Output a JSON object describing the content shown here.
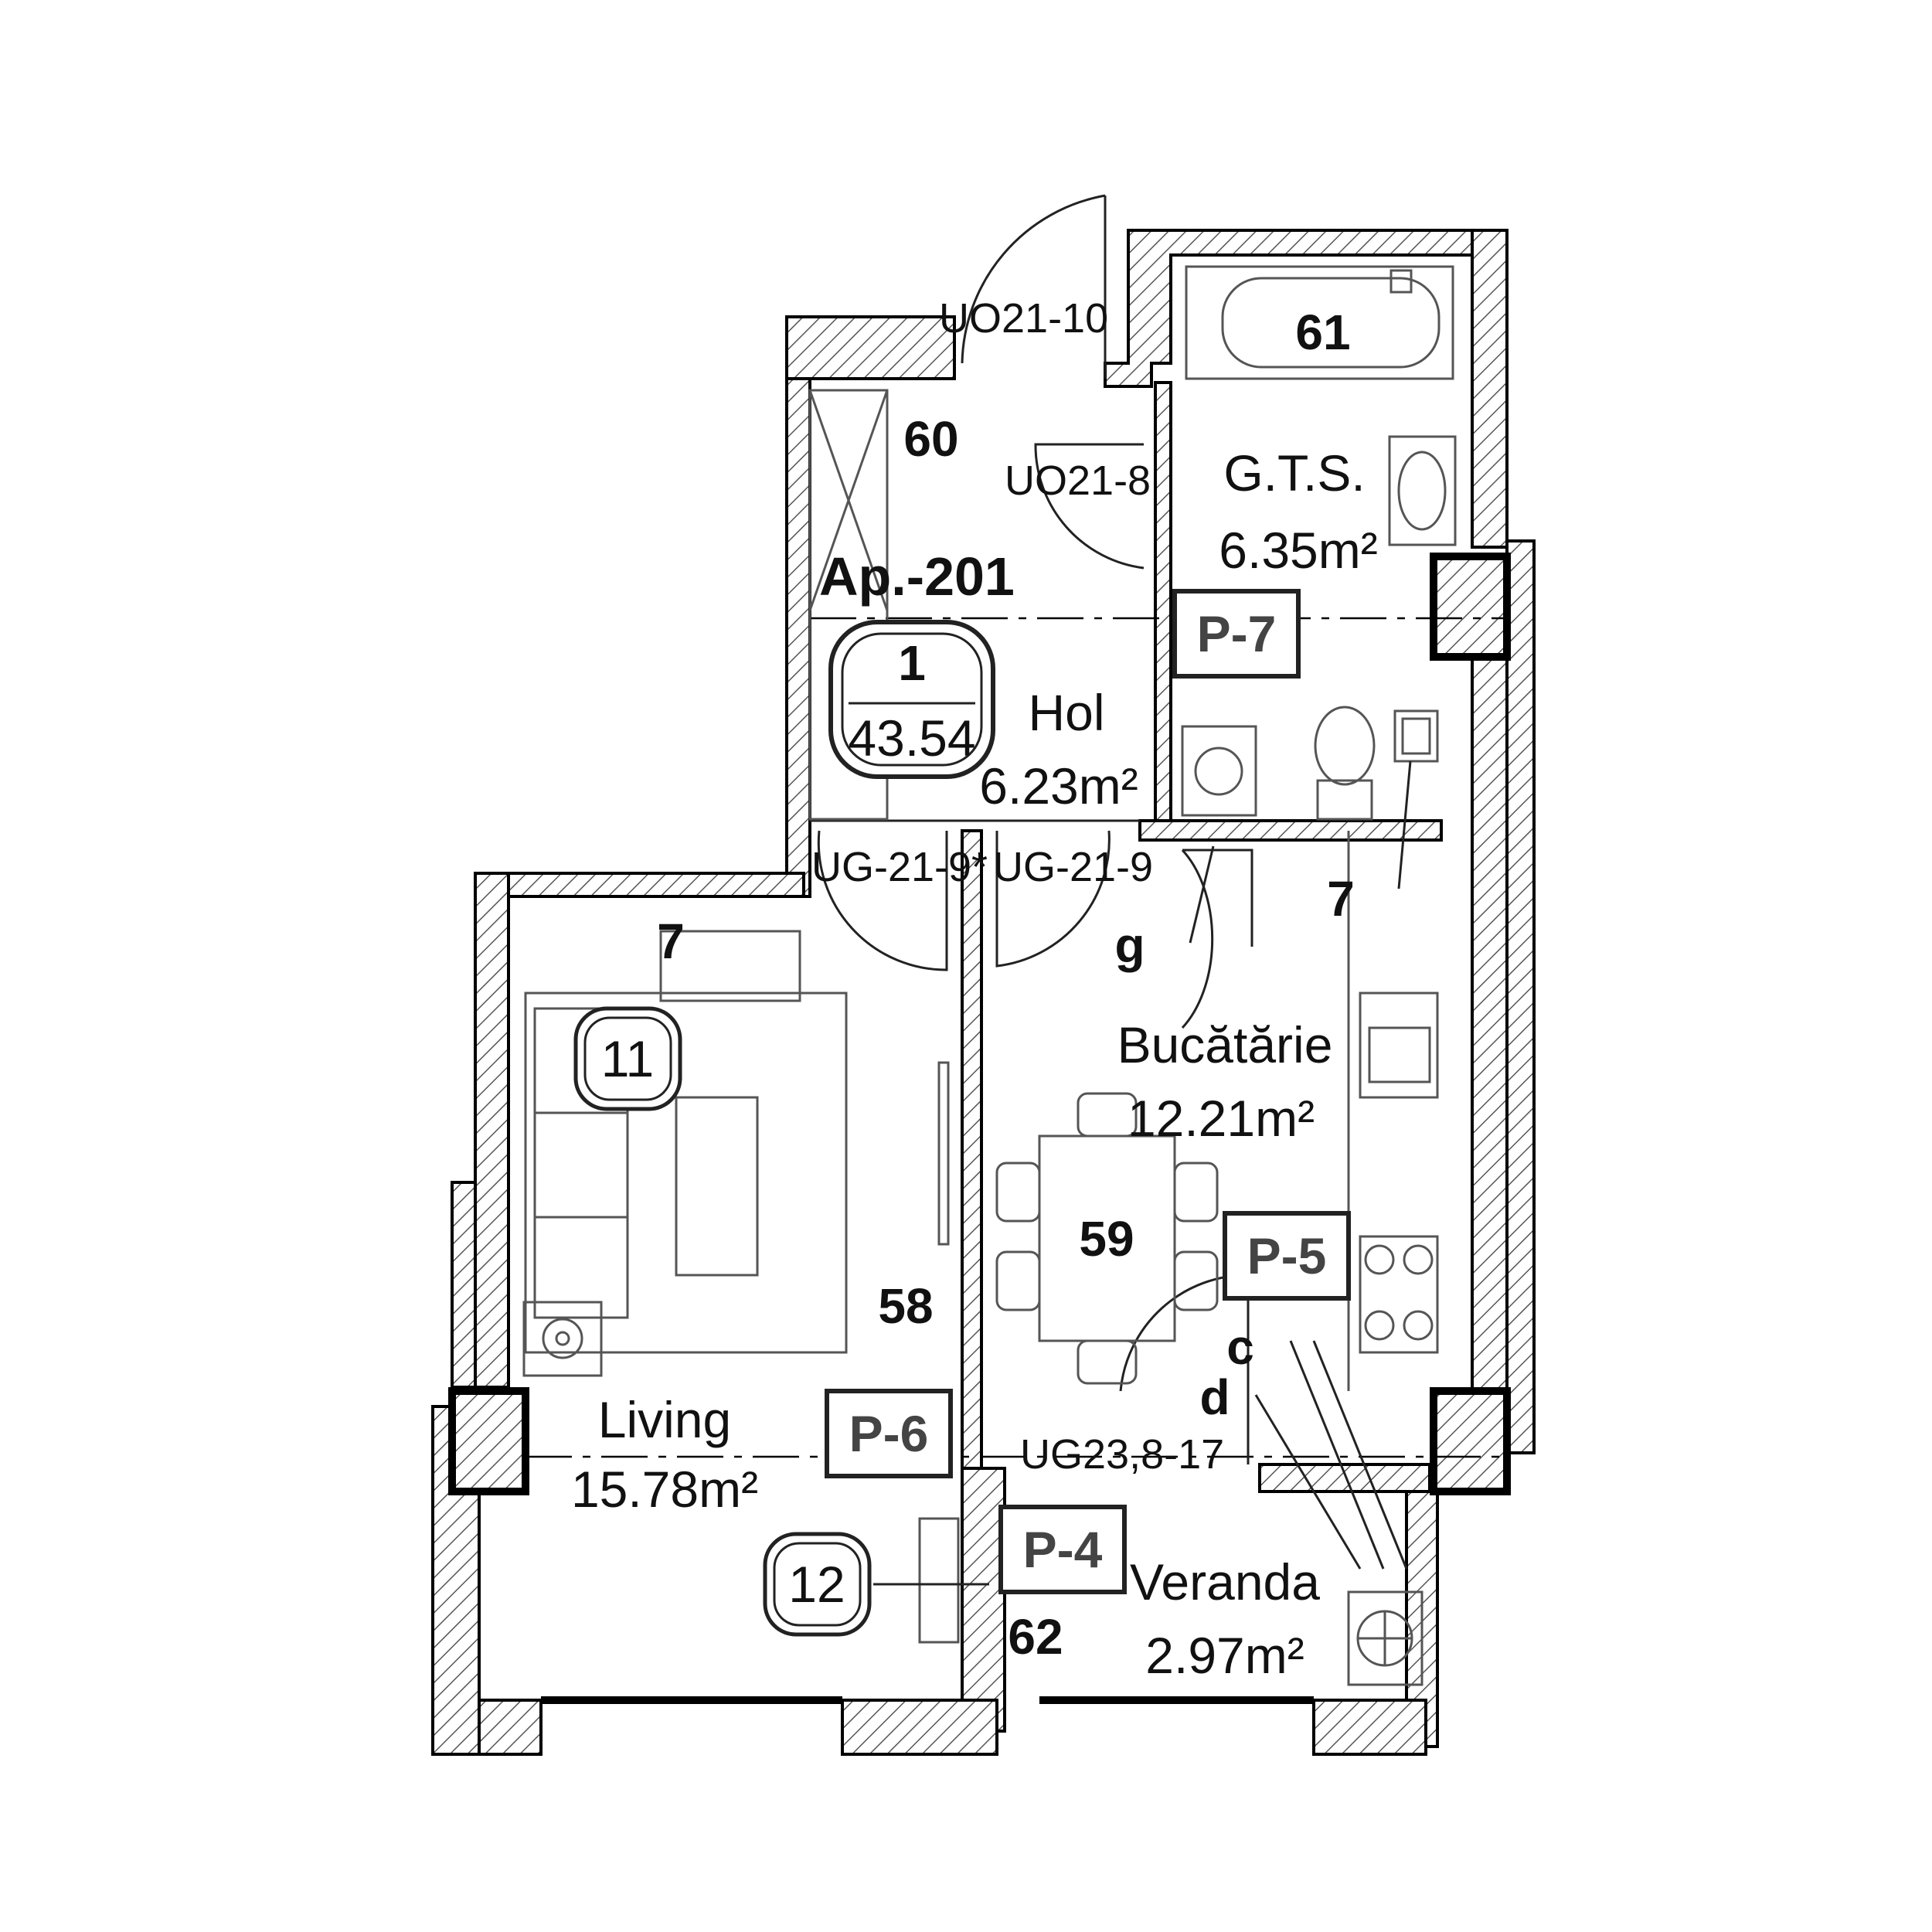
{
  "apartment": {
    "id": "Ap.-201",
    "badge_number": "1",
    "badge_area": "43.54"
  },
  "rooms": {
    "hol": {
      "name": "Hol",
      "area": "6.23m²"
    },
    "gts": {
      "name": "G.T.S.",
      "area": "6.35m²"
    },
    "bucatarie": {
      "name": "Bucătărie",
      "area": "12.21m²"
    },
    "living": {
      "name": "Living",
      "area": "15.78m²"
    },
    "veranda": {
      "name": "Veranda",
      "area": "2.97m²"
    }
  },
  "doors": {
    "entrance": "UO21-10",
    "bathroom": "UO21-8",
    "living": "UG-21-9*",
    "kitchen": "UG-21-9",
    "veranda": "UG23,8-17"
  },
  "pillars": {
    "p7": "P-7",
    "p5": "P-5",
    "p6": "P-6",
    "p4": "P-4"
  },
  "markers": {
    "m60": "60",
    "m61": "61",
    "m58": "58",
    "m59": "59",
    "m62": "62",
    "m7_living": "7",
    "m7_kitchen": "7",
    "g": "g",
    "c": "c",
    "d": "d",
    "badge11": "11",
    "badge12": "12"
  }
}
